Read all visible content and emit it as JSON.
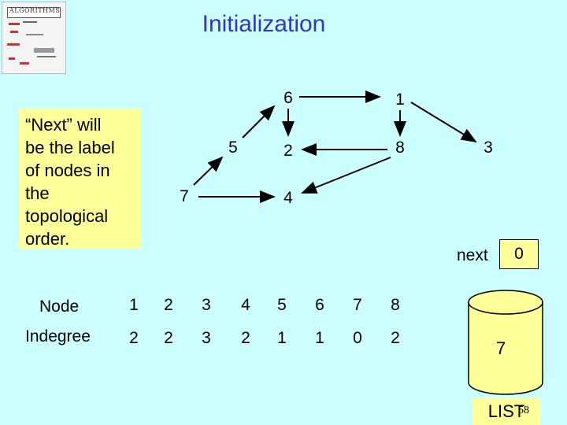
{
  "title": "Initialization",
  "logo": {
    "text": "ALGORITHMS"
  },
  "note": {
    "lines": [
      "“Next” will",
      "be the label",
      "of nodes in",
      "the",
      "topological",
      "order."
    ]
  },
  "graph": {
    "nodes": [
      {
        "id": "6",
        "label": "6"
      },
      {
        "id": "1",
        "label": "1"
      },
      {
        "id": "5",
        "label": "5"
      },
      {
        "id": "2",
        "label": "2"
      },
      {
        "id": "8",
        "label": "8"
      },
      {
        "id": "3",
        "label": "3"
      },
      {
        "id": "7",
        "label": "7"
      },
      {
        "id": "4",
        "label": "4"
      }
    ],
    "edges": [
      {
        "from": "6",
        "to": "1"
      },
      {
        "from": "5",
        "to": "6"
      },
      {
        "from": "6",
        "to": "2"
      },
      {
        "from": "1",
        "to": "8"
      },
      {
        "from": "1",
        "to": "3"
      },
      {
        "from": "8",
        "to": "2"
      },
      {
        "from": "7",
        "to": "5"
      },
      {
        "from": "7",
        "to": "4"
      },
      {
        "from": "8",
        "to": "4"
      }
    ]
  },
  "next": {
    "label": "next",
    "value": "0"
  },
  "table": {
    "node_label": "Node",
    "indegree_label": "Indegree",
    "nodes": [
      "1",
      "2",
      "3",
      "4",
      "5",
      "6",
      "7",
      "8"
    ],
    "indegrees": [
      "2",
      "2",
      "3",
      "2",
      "1",
      "1",
      "0",
      "2"
    ]
  },
  "list": {
    "value": "7",
    "label": "LIST"
  },
  "page_number": "58",
  "colors": {
    "background": "#CCFFFF",
    "title": "#3333CC",
    "highlight": "#FFFF99"
  }
}
